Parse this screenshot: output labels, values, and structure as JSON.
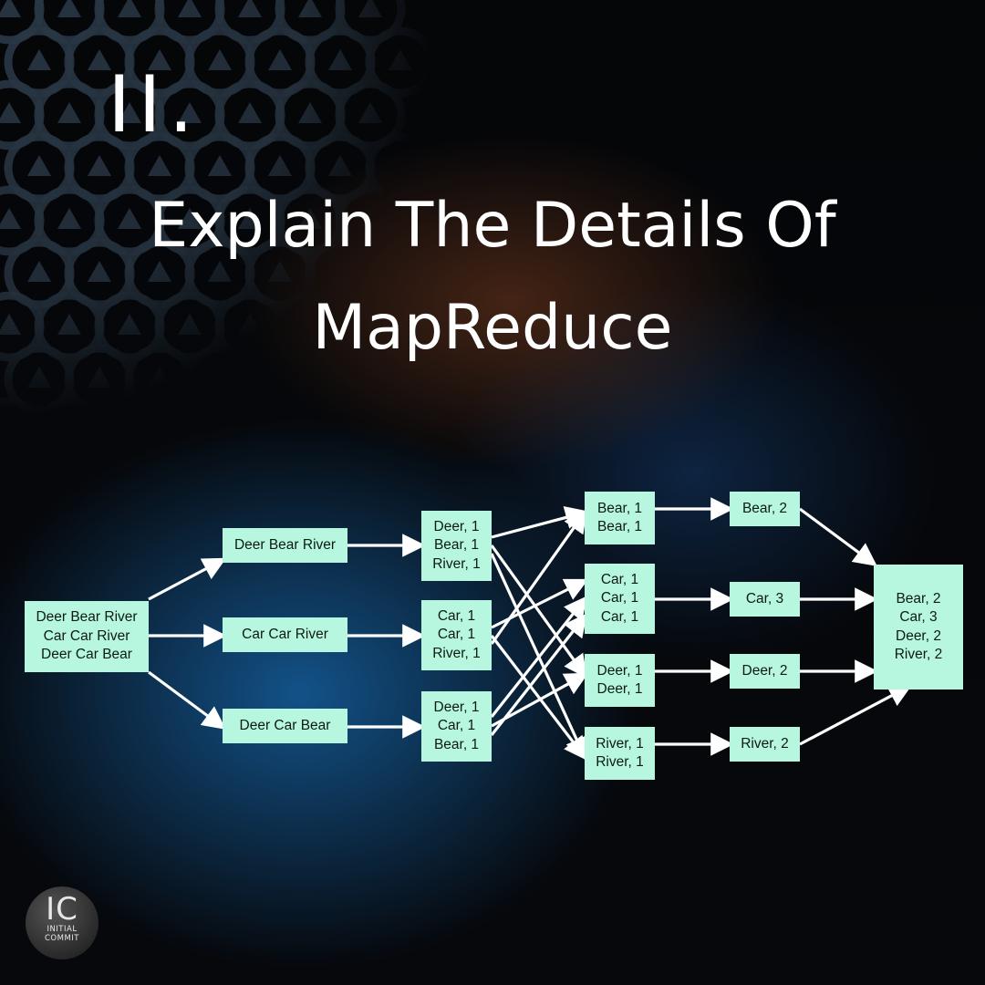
{
  "title": {
    "number": "II.",
    "line1": "Explain The Details Of",
    "line2": "MapReduce"
  },
  "diagram": {
    "input": [
      "Deer Bear River",
      "Car Car River",
      "Deer Car Bear"
    ],
    "splits": [
      [
        "Deer Bear River"
      ],
      [
        "Car Car River"
      ],
      [
        "Deer Car Bear"
      ]
    ],
    "mapped": [
      [
        "Deer, 1",
        "Bear, 1",
        "River, 1"
      ],
      [
        "Car, 1",
        "Car, 1",
        "River, 1"
      ],
      [
        "Deer, 1",
        "Car, 1",
        "Bear, 1"
      ]
    ],
    "shuffled": [
      [
        "Bear, 1",
        "Bear, 1"
      ],
      [
        "Car, 1",
        "Car, 1",
        "Car, 1"
      ],
      [
        "Deer, 1",
        "Deer, 1"
      ],
      [
        "River, 1",
        "River, 1"
      ]
    ],
    "reduced": [
      [
        "Bear, 2"
      ],
      [
        "Car, 3"
      ],
      [
        "Deer, 2"
      ],
      [
        "River, 2"
      ]
    ],
    "result": [
      "Bear, 2",
      "Car, 3",
      "Deer, 2",
      "River, 2"
    ],
    "box_color": "#b7f7df",
    "arrow_color": "#ffffff"
  },
  "logo": {
    "mark": "IC",
    "line1": "INITIAL",
    "line2": "COMMIT"
  }
}
